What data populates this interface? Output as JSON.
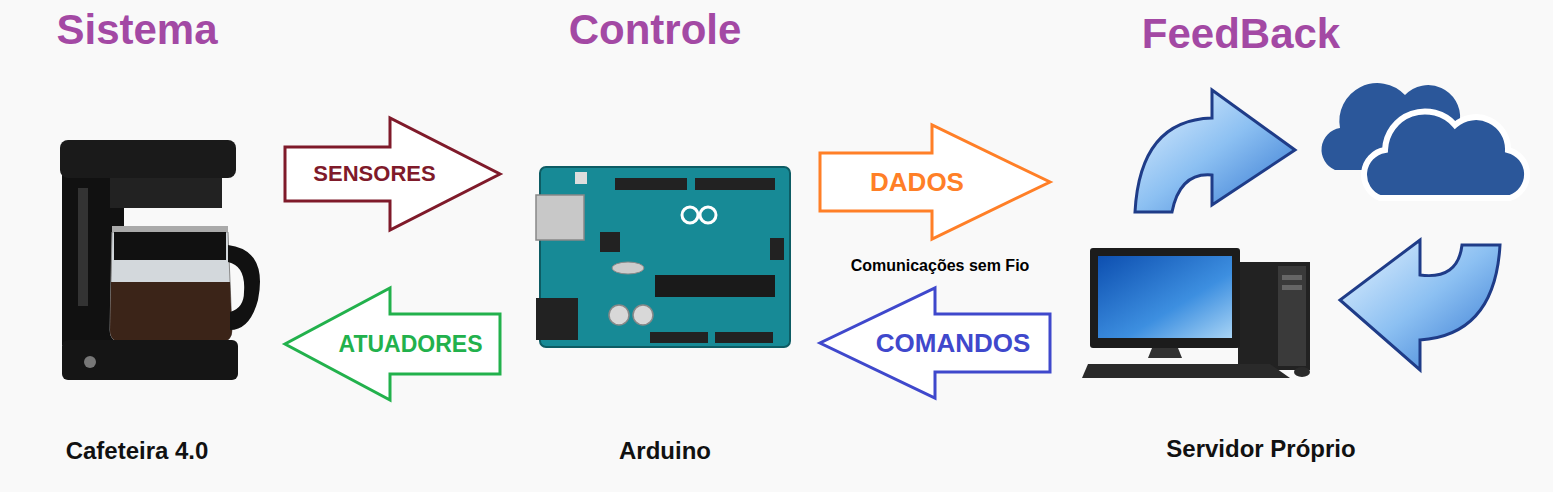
{
  "diagram": {
    "nodes": [
      {
        "text": [
          "Sistema",
          "Cafeteira 4.0"
        ]
      },
      {
        "text": [
          "Controle",
          "Arduino"
        ]
      },
      {
        "text": [
          "FeedBack",
          "Servidor Próprio"
        ]
      }
    ],
    "edges": [
      {
        "from": 0,
        "to": 1,
        "arrow": "to",
        "label": "SENSORES"
      },
      {
        "from": 1,
        "to": 0,
        "arrow": "to",
        "label": "ATUADORES"
      },
      {
        "from": 1,
        "to": 2,
        "arrow": "to",
        "label": "DADOS"
      },
      {
        "from": 2,
        "to": 1,
        "arrow": "to",
        "label": "COMANDOS"
      }
    ],
    "labels": [
      "Comunicações sem Fio"
    ]
  }
}
